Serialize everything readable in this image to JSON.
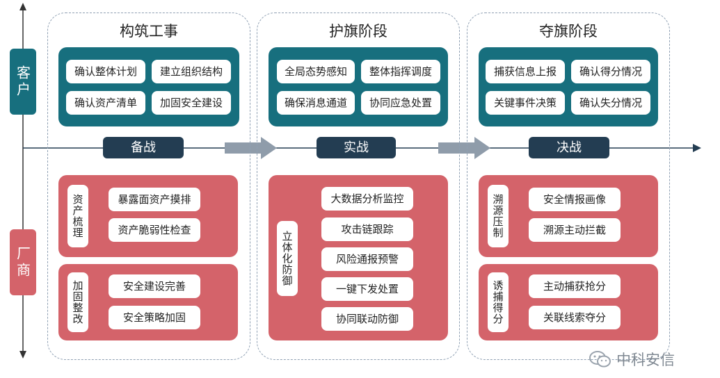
{
  "roles": {
    "client": "客户",
    "vendor": "厂商"
  },
  "phases": [
    {
      "title": "构筑工事",
      "stage": "备战",
      "client_items": [
        "确认整体计划",
        "建立组织结构",
        "确认资产清单",
        "加固安全建设"
      ],
      "vendor_groups": [
        {
          "label": "资产梳理",
          "items": [
            "暴露面资产摸排",
            "资产脆弱性检查"
          ]
        },
        {
          "label": "加固整改",
          "items": [
            "安全建设完善",
            "安全策略加固"
          ]
        }
      ]
    },
    {
      "title": "护旗阶段",
      "stage": "实战",
      "client_items": [
        "全局态势感知",
        "整体指挥调度",
        "确保消息通道",
        "协同应急处置"
      ],
      "vendor_groups": [
        {
          "label": "立体化防御",
          "items": [
            "大数据分析监控",
            "攻击链跟踪",
            "风险通报预警",
            "一键下发处置",
            "协同联动防御"
          ]
        }
      ]
    },
    {
      "title": "夺旗阶段",
      "stage": "决战",
      "client_items": [
        "捕获信息上报",
        "确认得分情况",
        "关键事件决策",
        "确认失分情况"
      ],
      "vendor_groups": [
        {
          "label": "溯源压制",
          "items": [
            "安全情报画像",
            "溯源主动拦截"
          ]
        },
        {
          "label": "诱捕得分",
          "items": [
            "主动捕获抢分",
            "关联线索夺分"
          ]
        }
      ]
    }
  ],
  "watermark": "中科安信",
  "colors": {
    "teal": "#176f7e",
    "red": "#d4636a",
    "navy": "#233d52",
    "arrow": "#8f9caa"
  }
}
